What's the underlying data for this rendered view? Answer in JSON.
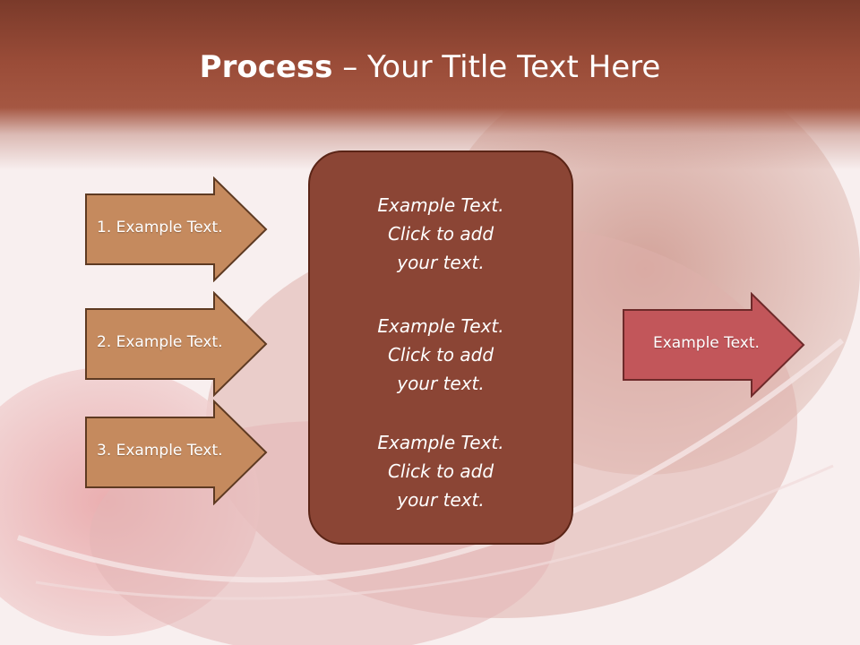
{
  "title": {
    "bold": "Process",
    "dash": " – ",
    "rest": "Your Title Text Here"
  },
  "left_arrows": [
    {
      "label": "1. Example Text."
    },
    {
      "label": "2. Example Text."
    },
    {
      "label": "3. Example Text."
    }
  ],
  "center_box": {
    "paragraphs": [
      {
        "line1": "Example Text.",
        "line2": "Click  to add",
        "line3": "your text."
      },
      {
        "line1": "Example Text.",
        "line2": "Click  to add",
        "line3": "your text."
      },
      {
        "line1": "Example Text.",
        "line2": "Click  to add",
        "line3": "your text."
      }
    ]
  },
  "right_arrow": {
    "label": "Example Text."
  },
  "colors": {
    "header": "#9a4c38",
    "left_arrow_fill": "#c58a5e",
    "center_box_fill": "#8b4535",
    "right_arrow_fill": "#c2565a"
  }
}
